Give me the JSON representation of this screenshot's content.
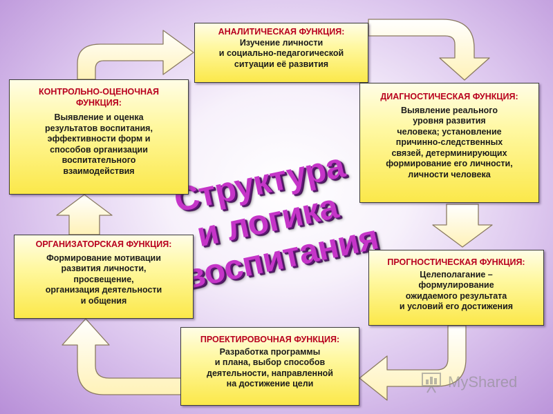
{
  "diagram": {
    "center_title": "Структура\nи логика\nвоспитания",
    "boxes": {
      "analytic": {
        "title": "АНАЛИТИЧЕСКАЯ ФУНКЦИЯ:",
        "body": "Изучение личности\nи социально-педагогической\nситуации её развития"
      },
      "diagnostic": {
        "title": "ДИАГНОСТИЧЕСКАЯ ФУНКЦИЯ:",
        "body": "Выявление реального\nуровня развития\nчеловека; установление\nпричинно-следственных\nсвязей, детерминирующих\nформирование его личности,\nличности человека"
      },
      "prognostic": {
        "title": "ПРОГНОСТИЧЕСКАЯ ФУНКЦИЯ:",
        "body": "Целеполагание –\nформулирование\nожидаемого результата\nи условий его достижения"
      },
      "project": {
        "title": "ПРОЕКТИРОВОЧНАЯ ФУНКЦИЯ:",
        "body": "Разработка программы\nи плана, выбор способов\nдеятельности, направленной\nна достижение цели"
      },
      "organizer": {
        "title": "ОРГАНИЗАТОРСКАЯ ФУНКЦИЯ:",
        "body": "Формирование мотивации\nразвития личности,\nпросвещение,\nорганизация деятельности\nи общения"
      },
      "control": {
        "title": "КОНТРОЛЬНО-ОЦЕНОЧНАЯ\nФУНКЦИЯ:",
        "body": "Выявление и оценка\nрезультатов воспитания,\nэффективности форм и\nспособов организации\nвоспитательного\nвзаимодействия"
      }
    }
  },
  "watermark": {
    "text": "MyShared"
  },
  "colors": {
    "box_title": "#b8001e",
    "box_fill": "#fff8a0",
    "arrow_fill": "#fffbe0",
    "center_title": "#c535c8"
  }
}
